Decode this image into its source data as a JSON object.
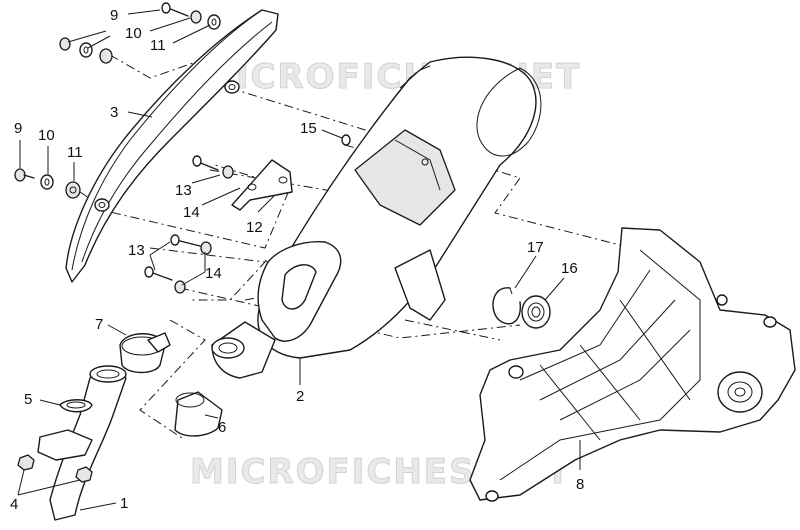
{
  "watermark": {
    "text": "MICROFICHES.NET"
  },
  "callouts": {
    "c1": "1",
    "c2": "2",
    "c3": "3",
    "c4": "4",
    "c5": "5",
    "c6": "6",
    "c7": "7",
    "c8": "8",
    "c9a": "9",
    "c9b": "9",
    "c10a": "10",
    "c10b": "10",
    "c11a": "11",
    "c11b": "11",
    "c12": "12",
    "c13a": "13",
    "c13b": "13",
    "c14a": "14",
    "c14b": "14",
    "c15": "15",
    "c16": "16",
    "c17": "17"
  },
  "colors": {
    "line": "#1a1a1a",
    "watermark": "#e9e9e9",
    "shade": "#e6e6e6"
  }
}
